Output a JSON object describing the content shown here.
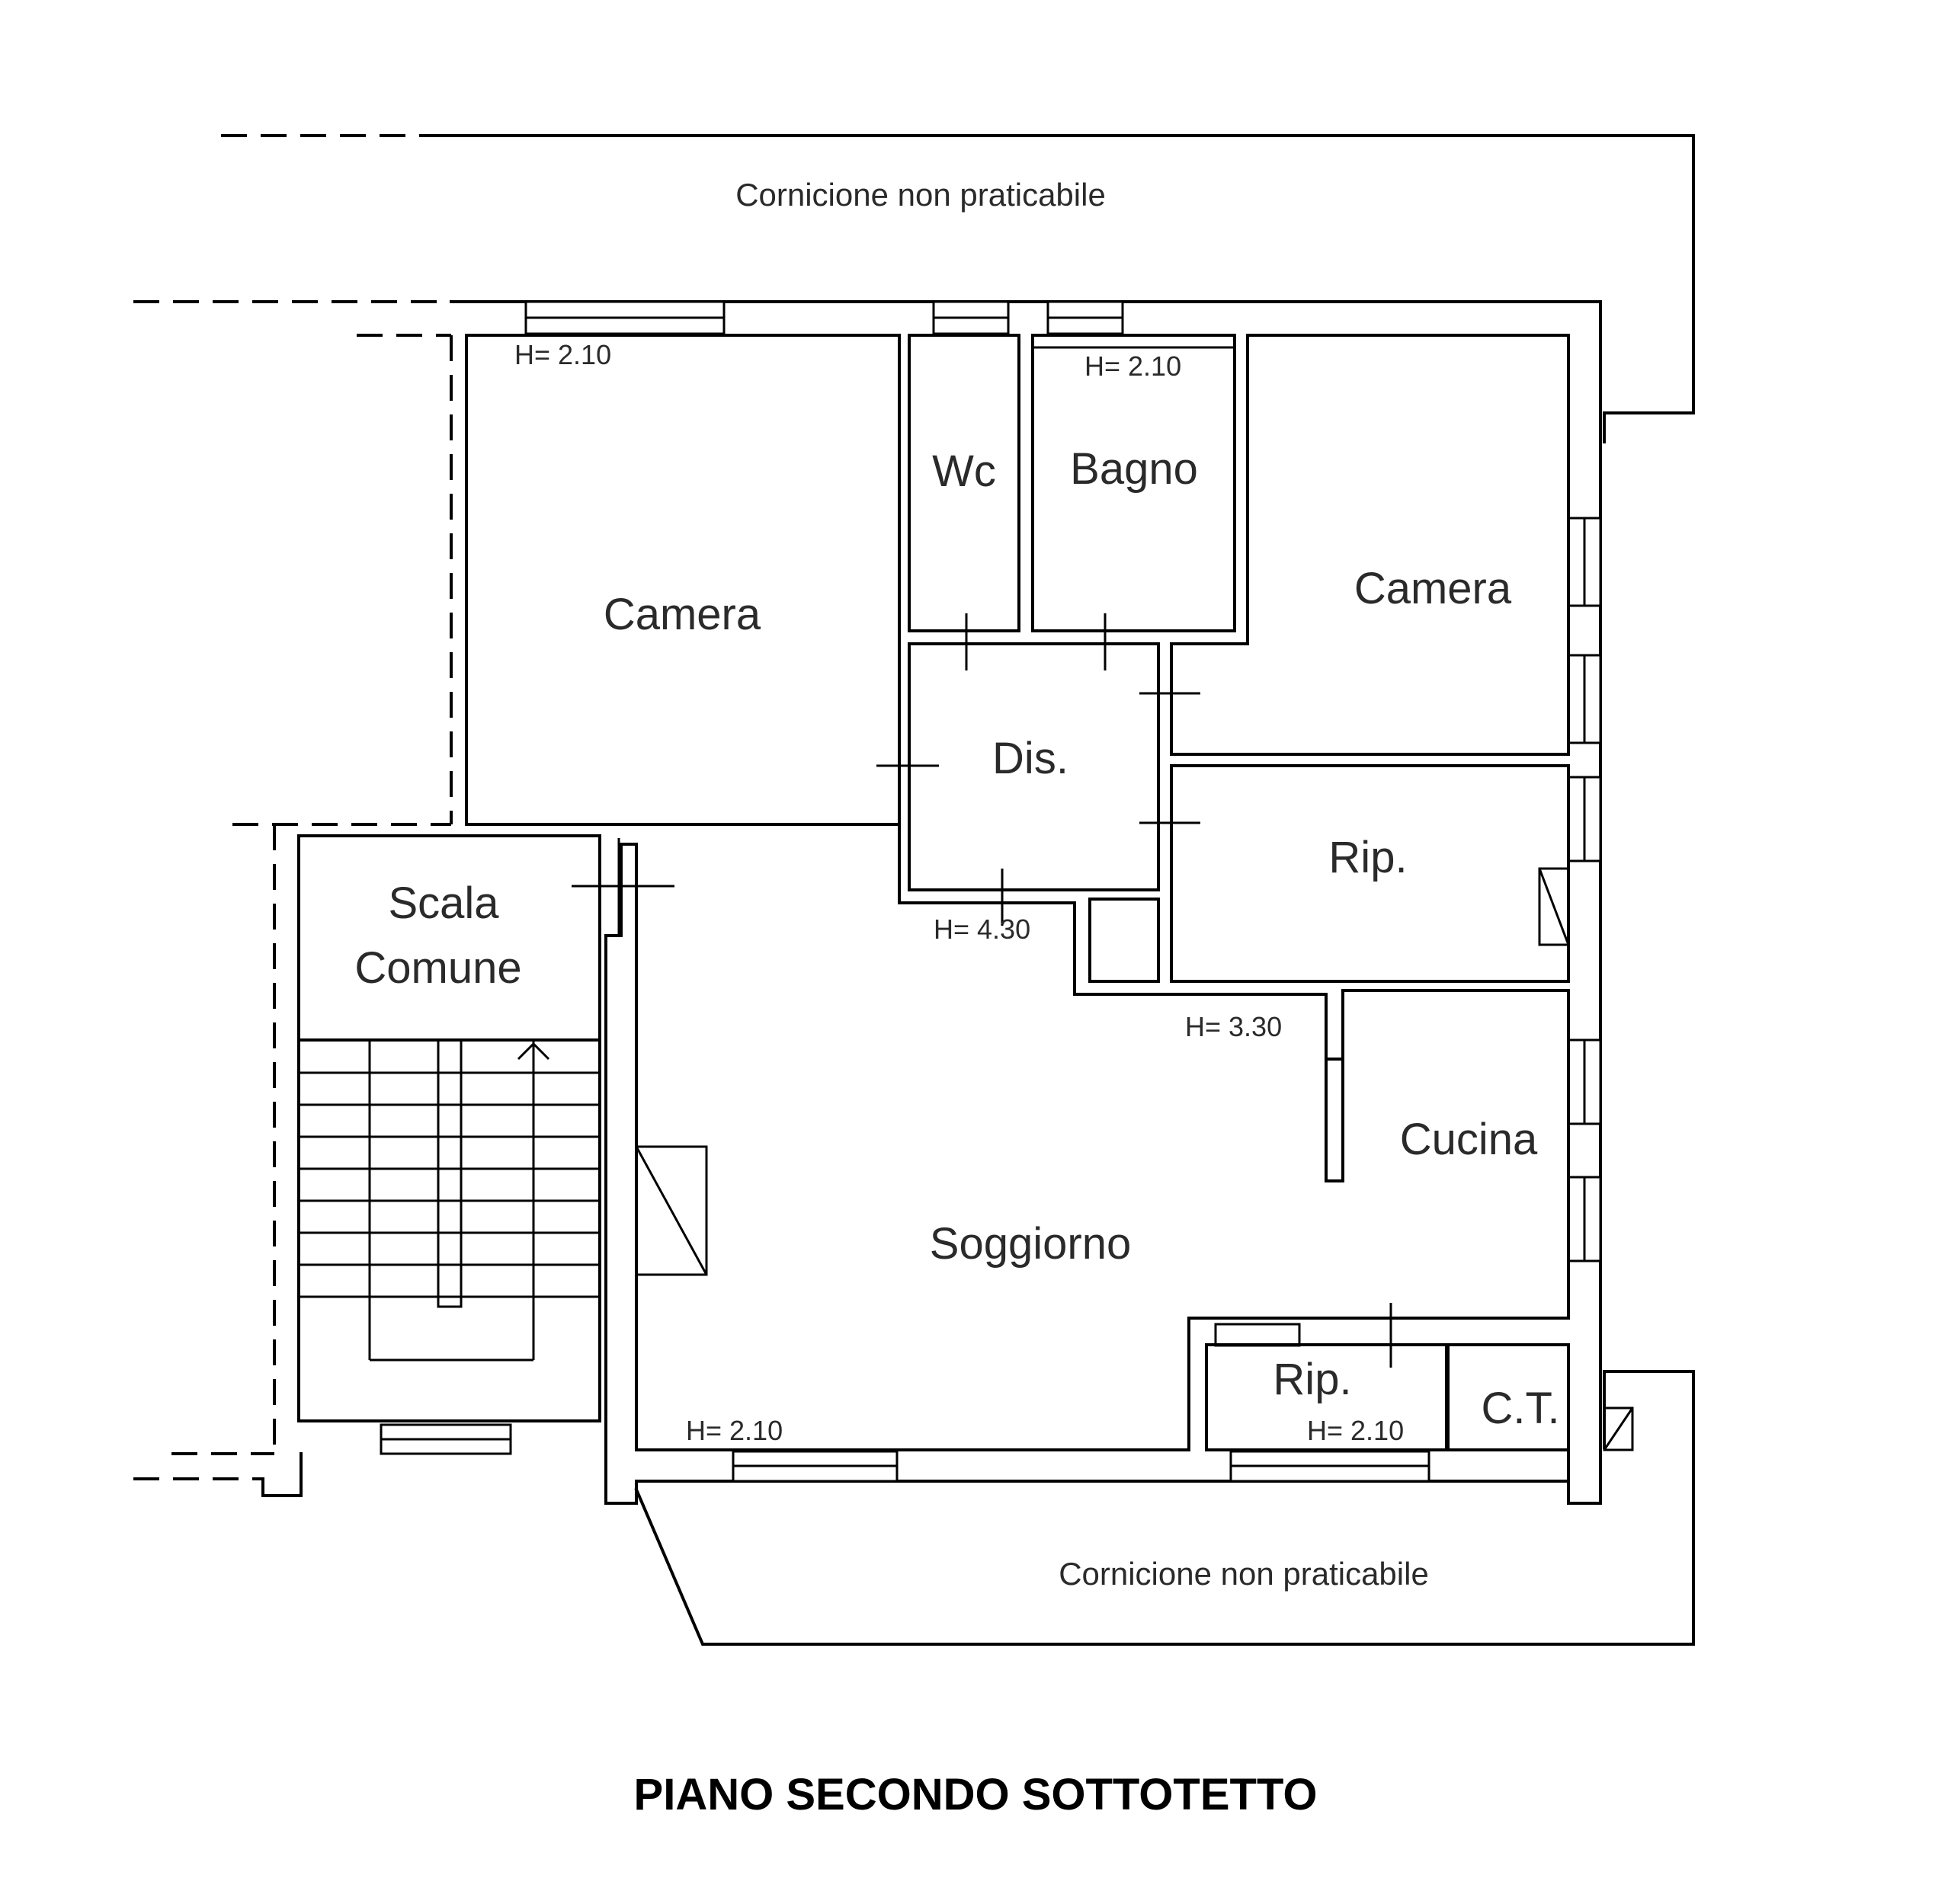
{
  "floorplan": {
    "title": "PIANO SECONDO SOTTOTETTO",
    "cornice_top": "Cornicione non praticabile",
    "cornice_bottom": "Cornicione non praticabile",
    "rooms": {
      "camera_left": "Camera",
      "wc": "Wc",
      "bagno": "Bagno",
      "camera_right": "Camera",
      "dis": "Dis.",
      "rip_right": "Rip.",
      "scala_line1": "Scala",
      "scala_line2": "Comune",
      "soggiorno": "Soggiorno",
      "cucina": "Cucina",
      "rip_bottom": "Rip.",
      "ct": "C.T."
    },
    "heights": {
      "camera_left": "H= 2.10",
      "bagno": "H= 2.10",
      "dis": "H= 4.30",
      "cucina": "H= 3.30",
      "soggiorno": "H= 2.10",
      "rip_bottom": "H= 2.10"
    }
  }
}
